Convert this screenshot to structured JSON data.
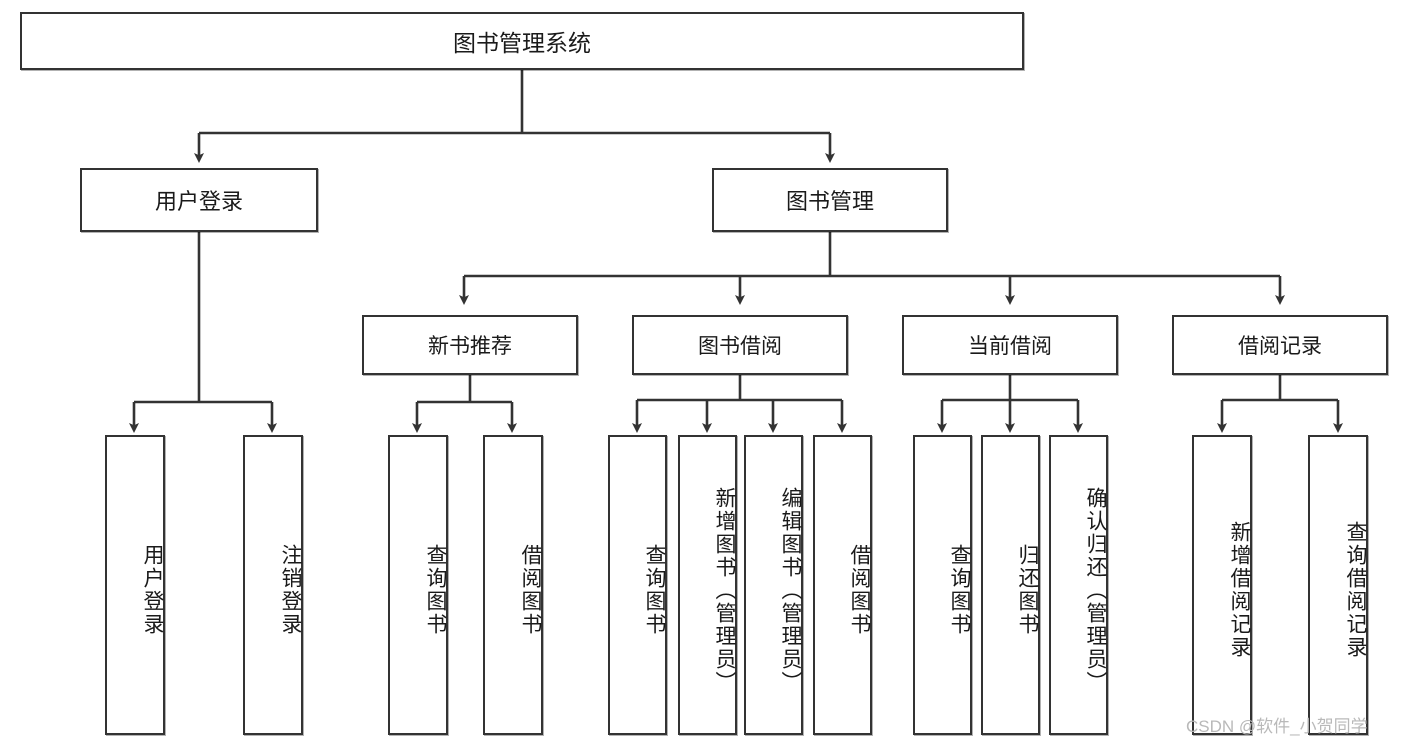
{
  "diagram": {
    "title": "图书管理系统",
    "type": "tree",
    "watermark": "CSDN @软件_小贺同学",
    "colors": {
      "box_border": "#333333",
      "box_fill": "#ffffff",
      "edge": "#333333",
      "text": "#1a1a1a",
      "watermark": "#b9b9b9"
    },
    "root": {
      "label": "图书管理系统"
    },
    "tier2": [
      {
        "label": "用户登录"
      },
      {
        "label": "图书管理"
      }
    ],
    "tier3": [
      {
        "label": "新书推荐"
      },
      {
        "label": "图书借阅"
      },
      {
        "label": "当前借阅"
      },
      {
        "label": "借阅记录"
      }
    ],
    "leaves": {
      "user_login": [
        {
          "label": "用户登录"
        },
        {
          "label": "注销登录"
        }
      ],
      "new_book_recommend": [
        {
          "label": "查询图书"
        },
        {
          "label": "借阅图书"
        }
      ],
      "book_borrow": [
        {
          "label": "查询图书"
        },
        {
          "label": "新增图书（管理员）"
        },
        {
          "label": "编辑图书（管理员）"
        },
        {
          "label": "借阅图书"
        }
      ],
      "current_borrow": [
        {
          "label": "查询图书"
        },
        {
          "label": "归还图书"
        },
        {
          "label": "确认归还（管理员）"
        }
      ],
      "borrow_record": [
        {
          "label": "新增借阅记录"
        },
        {
          "label": "查询借阅记录"
        }
      ]
    }
  }
}
